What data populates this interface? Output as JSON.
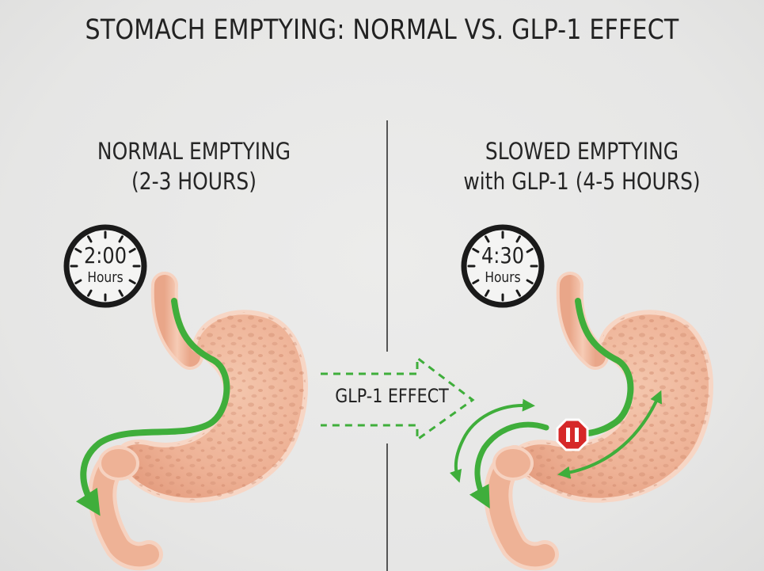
{
  "title": "STOMACH EMPTYING: NORMAL VS. GLP-1 EFFECT",
  "left_panel": {
    "heading_line1": "NORMAL EMPTYING",
    "heading_line2": "(2-3 HOURS)",
    "clock_time": "2:00",
    "clock_unit": "Hours"
  },
  "right_panel": {
    "heading_line1": "SLOWED EMPTYING",
    "heading_line2": "with GLP-1 (4-5 HOURS)",
    "clock_time": "4:30",
    "clock_unit": "Hours"
  },
  "effect_arrow": {
    "label": "GLP-1 EFFECT"
  },
  "colors": {
    "stomach_fill": "#efb59a",
    "stomach_outline": "#f6d2c0",
    "stomach_texture": "#cd8266",
    "flow_arrow": "#3fae3b",
    "stop_sign": "#d62828",
    "clock_ring": "#1a1a1a"
  },
  "icons": {
    "stop": "pause-stop-icon",
    "clock": "clock-icon"
  }
}
